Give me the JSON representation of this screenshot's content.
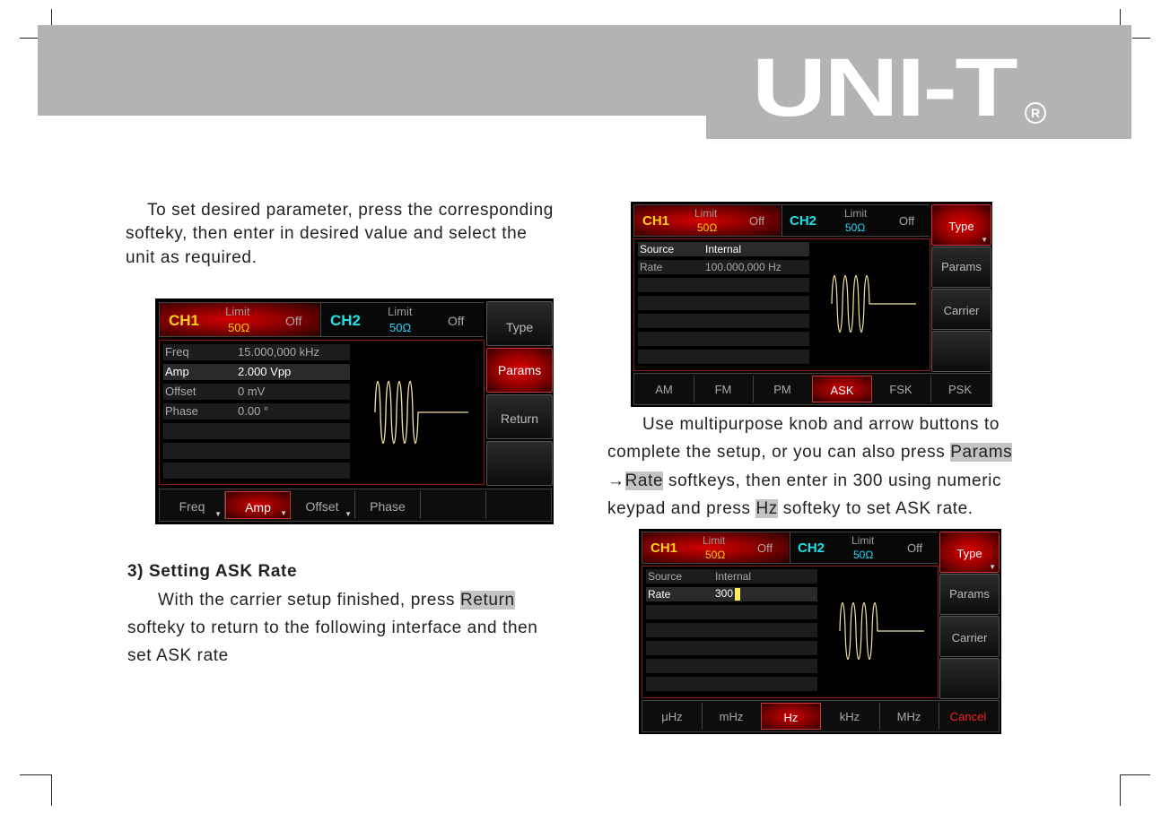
{
  "brand": {
    "logo": "UNI-T",
    "reg": "R"
  },
  "text": {
    "left_para": [
      "To set desired parameter, press the corresponding",
      "softeky, then enter in desired value and select the",
      "unit as required."
    ],
    "heading": "3) Setting ASK Rate",
    "ret_a": "With the carrier setup finished, press ",
    "ret_hl": "Return",
    "ret_b": "softeky to return to the following interface and then",
    "ret_c": "set ASK rate",
    "r1": "Use multipurpose knob and arrow buttons to",
    "r2a": "complete the setup, or you can also press ",
    "r2hl": "Params",
    "r3arrow": "→",
    "r3hl": "Rate",
    "r3b": " softkeys, then enter in 300 using numeric",
    "r4a": "keypad and press ",
    "r4hl": "Hz",
    "r4b": " softeky to set ASK rate."
  },
  "screen1": {
    "ch1": "CH1",
    "ch2": "CH2",
    "limit": "Limit",
    "ohm": "50Ω",
    "off": "Off",
    "params": [
      {
        "label": "Freq",
        "value": "15.000,000 kHz"
      },
      {
        "label": "Amp",
        "value": "2.000 Vpp"
      },
      {
        "label": "Offset",
        "value": "0 mV"
      },
      {
        "label": "Phase",
        "value": "0.00 °"
      }
    ],
    "side": [
      "Type",
      "Params",
      "Return",
      ""
    ],
    "bottom": [
      "Freq",
      "Amp",
      "Offset",
      "Phase",
      "",
      ""
    ]
  },
  "screen2": {
    "ch1": "CH1",
    "ch2": "CH2",
    "limit": "Limit",
    "ohm": "50Ω",
    "off": "Off",
    "params": [
      {
        "label": "Source",
        "value": "Internal"
      },
      {
        "label": "Rate",
        "value": "100.000,000 Hz"
      }
    ],
    "side": [
      "Type",
      "Params",
      "Carrier",
      ""
    ],
    "bottom": [
      "AM",
      "FM",
      "PM",
      "ASK",
      "FSK",
      "PSK"
    ]
  },
  "screen3": {
    "ch1": "CH1",
    "ch2": "CH2",
    "limit": "Limit",
    "ohm": "50Ω",
    "off": "Off",
    "params": [
      {
        "label": "Source",
        "value": "Internal"
      },
      {
        "label": "Rate",
        "value": "300"
      }
    ],
    "side": [
      "Type",
      "Params",
      "Carrier",
      ""
    ],
    "bottom": [
      "μHz",
      "mHz",
      "Hz",
      "kHz",
      "MHz",
      "Cancel"
    ]
  },
  "colors": {
    "ch1": "#ffd21a",
    "ch2": "#1ee0e8",
    "ohm1": "#ffcc00",
    "ohm2": "#22d8ff",
    "cancel": "#ff2020",
    "header": "#b3b3b3"
  }
}
